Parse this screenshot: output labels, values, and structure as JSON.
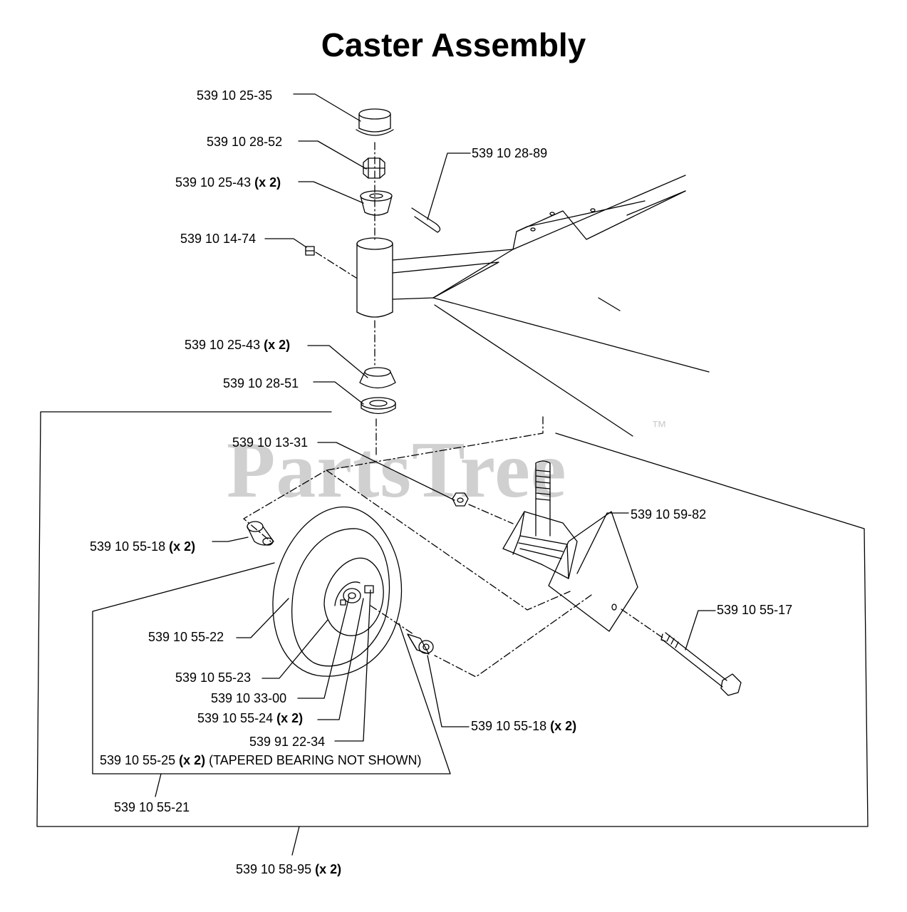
{
  "title": "Caster Assembly",
  "watermark": {
    "text": "PartsTree",
    "tm": "™"
  },
  "callouts": [
    {
      "id": "cap",
      "part": "539 10 25-35",
      "qty": ""
    },
    {
      "id": "nut-top",
      "part": "539 10 28-52",
      "qty": ""
    },
    {
      "id": "cotter",
      "part": "539 10 28-89",
      "qty": ""
    },
    {
      "id": "bearing-top",
      "part": "539 10 25-43",
      "qty": "(x 2)"
    },
    {
      "id": "grease",
      "part": "539 10 14-74",
      "qty": ""
    },
    {
      "id": "bearing-bot",
      "part": "539 10 25-43",
      "qty": "(x 2)"
    },
    {
      "id": "seal",
      "part": "539 10 28-51",
      "qty": ""
    },
    {
      "id": "locknut",
      "part": "539 10 13-31",
      "qty": ""
    },
    {
      "id": "fork",
      "part": "539 10 59-82",
      "qty": ""
    },
    {
      "id": "spacer-l",
      "part": "539 10 55-18",
      "qty": "(x 2)"
    },
    {
      "id": "bolt",
      "part": "539 10 55-17",
      "qty": ""
    },
    {
      "id": "tire",
      "part": "539 10 55-22",
      "qty": ""
    },
    {
      "id": "rim",
      "part": "539 10 55-23",
      "qty": ""
    },
    {
      "id": "valve",
      "part": "539 10 33-00",
      "qty": ""
    },
    {
      "id": "bush",
      "part": "539 10 55-24",
      "qty": "(x 2)"
    },
    {
      "id": "fitting",
      "part": "539 91 22-34",
      "qty": ""
    },
    {
      "id": "spacer-r",
      "part": "539 10 55-18",
      "qty": "(x 2)"
    },
    {
      "id": "bearing-note",
      "part": "539 10 55-25",
      "qty": "(x 2)",
      "note": "(TAPERED BEARING NOT SHOWN)"
    },
    {
      "id": "wheel",
      "part": "539 10 55-21",
      "qty": ""
    },
    {
      "id": "assembly",
      "part": "539 10 58-95",
      "qty": "(x 2)"
    }
  ]
}
